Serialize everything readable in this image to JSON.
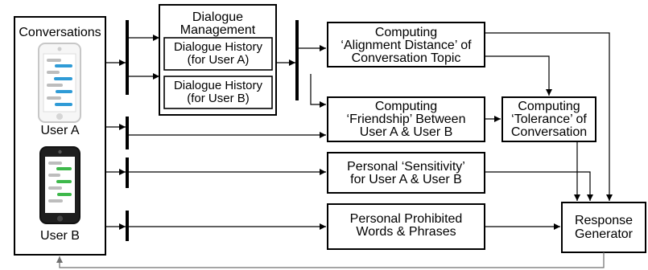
{
  "conversations": {
    "title": "Conversations",
    "user_a": "User A",
    "user_b": "User B"
  },
  "dialogue_management": {
    "title_line1": "Dialogue",
    "title_line2": "Management",
    "history_a_line1": "Dialogue History",
    "history_a_line2": "(for User A)",
    "history_b_line1": "Dialogue History",
    "history_b_line2": "(for User B)"
  },
  "alignment": {
    "line1": "Computing",
    "line2": "‘Alignment Distance’ of",
    "line3": "Conversation Topic"
  },
  "friendship": {
    "line1": "Computing",
    "line2": "‘Friendship’ Between",
    "line3": "User A & User B"
  },
  "tolerance": {
    "line1": "Computing",
    "line2": "‘Tolerance’ of",
    "line3": "Conversation"
  },
  "sensitivity": {
    "line1": "Personal ‘Sensitivity’",
    "line2": "for User A & User B"
  },
  "prohibited": {
    "line1": "Personal Prohibited",
    "line2": "Words & Phrases"
  },
  "response_generator": {
    "line1": "Response",
    "line2": "Generator"
  },
  "icons": {
    "phone_a": "phone-white-icon",
    "phone_b": "phone-black-icon"
  },
  "colors": {
    "chat_blue": "#2f9bd6",
    "chat_green": "#3eb84b",
    "chat_gray": "#bdbdbd",
    "feedback_line": "#6f6f6f"
  }
}
